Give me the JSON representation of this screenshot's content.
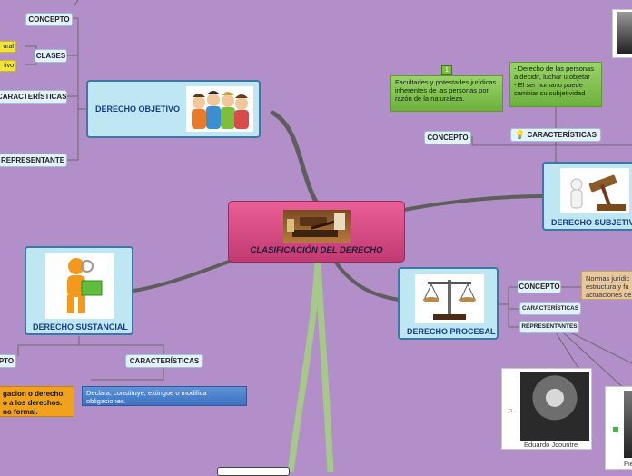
{
  "center": {
    "title": "CLASIFICACIÓN DEL DERECHO",
    "icon": "gavel-icon"
  },
  "objetivo": {
    "title": "DERECHO OBJETIVO",
    "icon": "people-group-icon",
    "children": {
      "concepto": "CONCEPTO",
      "clases": "CLASES",
      "clase_1": "ural",
      "clase_2": "tivo",
      "caracteristicas": "CARACTERÍSTICAS",
      "representante": "REPRESENTANTE"
    }
  },
  "subjetivo": {
    "title": "DERECHO SUBJETIVO",
    "icon": "gavel-figure-icon",
    "concepto_label": "CONCEPTO",
    "concepto_badge": "1",
    "concepto_text": "Facultades y potestades jurídicas inherentes de las personas por razón de la naturaleza.",
    "caracteristicas_label": "CARACTERÍSTICAS",
    "caracteristicas_icon": "lightbulb-icon",
    "caracteristicas_text": "- Derecho de las personas a decidir, luchar u objetar\n- El ser humano puede cambiar su subjetividad"
  },
  "procesal": {
    "title": "DERECHO PROCESAL",
    "icon": "scales-icon",
    "concepto_label": "CONCEPTO",
    "concepto_text": "Normas jurídic\nestructura y fu\nactuaciones de",
    "caracteristicas_label": "CARACTERÍSTICAS",
    "representantes_label": "REPRESENTANTES",
    "rep_1": "Eduardo Jcountre",
    "rep_2": "Pie"
  },
  "sustancial": {
    "title": "DERECHO SUSTANCIAL",
    "icon": "person-folder-icon",
    "concepto_label": "PTO",
    "caracteristicas_label": "CARACTERÍSTICAS",
    "caracteristicas_text": "Declara, constituye, extingue o modifica obligaciones.",
    "concepto_text": "gacion o derecho.\no a los derechos.\nno formal."
  }
}
